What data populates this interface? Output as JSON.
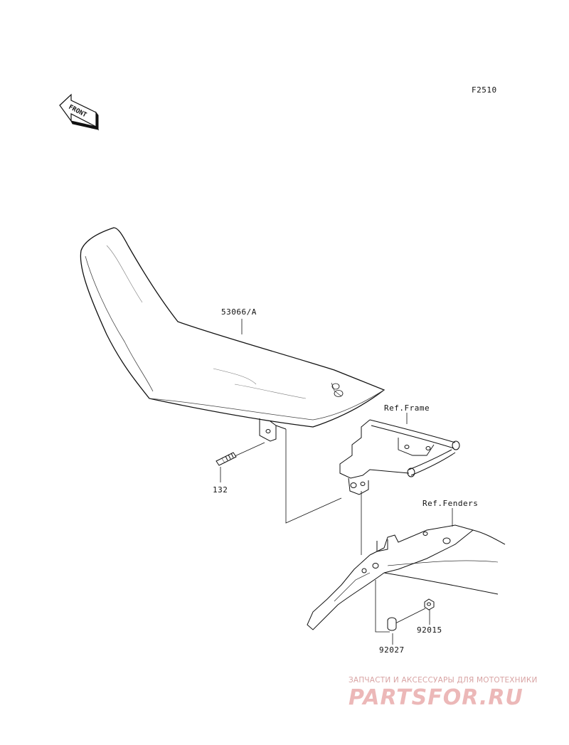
{
  "figure_code": "F2510",
  "front_arrow_text": "FRONT",
  "parts": {
    "seat": "53066/A",
    "bolt": "132",
    "nut": "92015",
    "collar": "92027"
  },
  "references": {
    "frame": "Ref.Frame",
    "fenders": "Ref.Fenders"
  },
  "watermark": {
    "caption": "ЗАПЧАСТИ И АКСЕССУАРЫ ДЛЯ МОТОТЕХНИКИ",
    "logo": "PARTSFOR.RU"
  }
}
